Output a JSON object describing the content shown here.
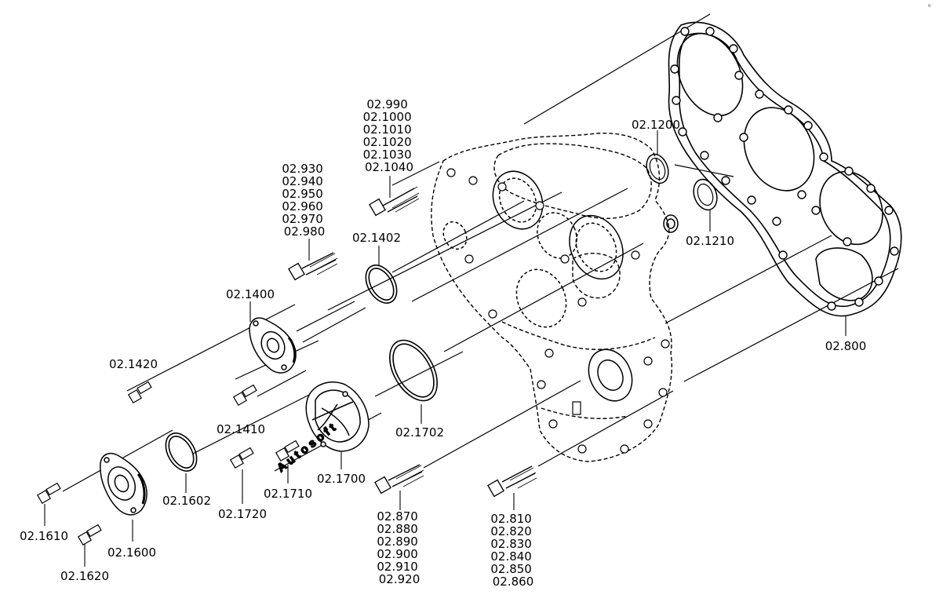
{
  "watermark": "Autosoft",
  "corner_mark": "© ",
  "callouts": [
    {
      "id": "c1",
      "lines": [
        "02.990",
        "02.1000",
        "02.1010",
        "02.1020",
        "02.1030",
        "02.1040"
      ]
    },
    {
      "id": "c2",
      "lines": [
        "02.930",
        "02.940",
        "02.950",
        "02.960",
        "02.970",
        "02.980"
      ]
    },
    {
      "id": "c3",
      "lines": [
        "02.1402"
      ]
    },
    {
      "id": "c4",
      "lines": [
        "02.1200"
      ]
    },
    {
      "id": "c5",
      "lines": [
        "02.1210"
      ]
    },
    {
      "id": "c6",
      "lines": [
        "02.800"
      ]
    },
    {
      "id": "c7",
      "lines": [
        "02.1400"
      ]
    },
    {
      "id": "c8",
      "lines": [
        "02.1420"
      ]
    },
    {
      "id": "c9",
      "lines": [
        "02.1410"
      ]
    },
    {
      "id": "c10",
      "lines": [
        "02.1702"
      ]
    },
    {
      "id": "c11",
      "lines": [
        "02.1602"
      ]
    },
    {
      "id": "c12",
      "lines": [
        "02.1720"
      ]
    },
    {
      "id": "c13",
      "lines": [
        "02.1710"
      ]
    },
    {
      "id": "c14",
      "lines": [
        "02.1700"
      ]
    },
    {
      "id": "c15",
      "lines": [
        "02.1610"
      ]
    },
    {
      "id": "c16",
      "lines": [
        "02.1600"
      ]
    },
    {
      "id": "c17",
      "lines": [
        "02.1620"
      ]
    },
    {
      "id": "c18",
      "lines": [
        "02.870",
        "02.880",
        "02.890",
        "02.900",
        "02.910",
        "02.920"
      ]
    },
    {
      "id": "c19",
      "lines": [
        "02.810",
        "02.820",
        "02.830",
        "02.840",
        "02.850",
        "02.860"
      ]
    }
  ]
}
